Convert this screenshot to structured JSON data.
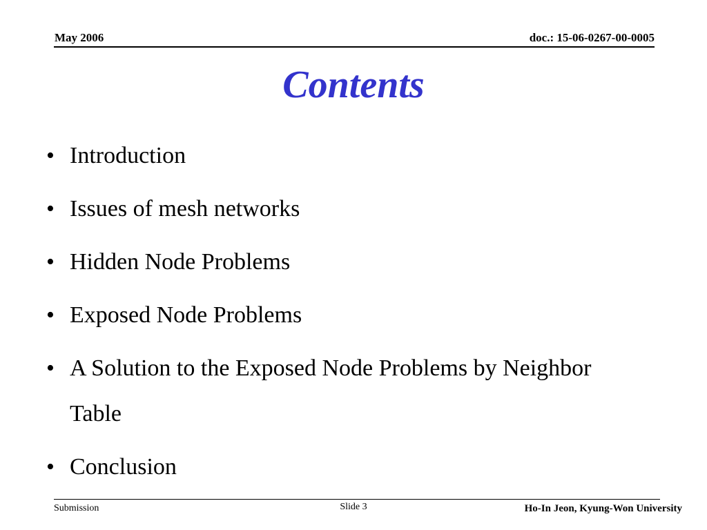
{
  "header": {
    "date": "May 2006",
    "doc_id": "doc.: 15-06-0267-00-0005"
  },
  "title": "Contents",
  "bullets": [
    "Introduction",
    "Issues of mesh networks",
    "Hidden Node Problems",
    "Exposed Node Problems",
    "A Solution to the Exposed Node Problems by Neighbor Table",
    "Conclusion"
  ],
  "bullet_symbol": "•",
  "footer": {
    "left": "Submission",
    "center": "Slide 3",
    "right": "Ho-In Jeon, Kyung-Won University"
  },
  "colors": {
    "title": "#3333cc"
  }
}
